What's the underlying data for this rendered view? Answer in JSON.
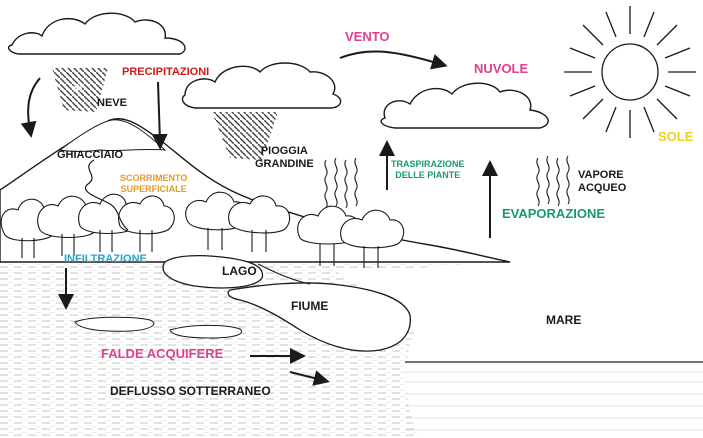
{
  "labels": {
    "vento": "VENTO",
    "nuvole": "NUVOLE",
    "sole": "SOLE",
    "precipitazioni": "PRECIPITAZIONI",
    "neve": "NEVE",
    "ghiacciaio": "GHIACCIAIO",
    "pioggia": "PIOGGIA",
    "grandine": "GRANDINE",
    "scorrimento_line1": "SCORRIMENTO",
    "scorrimento_line2": "SUPERFICIALE",
    "traspirazione_line1": "TRASPIRAZIONE",
    "traspirazione_line2": "DELLE PIANTE",
    "vapore": "VAPORE",
    "acqueo": "ACQUEO",
    "evaporazione": "EVAPORAZIONE",
    "infiltrazione": "INFILTRAZIONE",
    "lago": "LAGO",
    "fiume": "FIUME",
    "mare": "MARE",
    "falde": "FALDE ACQUIFERE",
    "deflusso": "DEFLUSSO SOTTERRANEO"
  },
  "colors": {
    "magenta": "#e0408e",
    "red": "#cc1a1a",
    "yellow": "#f2cf1a",
    "orange": "#e39a2a",
    "teal": "#1a9a6a",
    "cyan": "#2aa3c8",
    "ink": "#1a1a1a"
  }
}
